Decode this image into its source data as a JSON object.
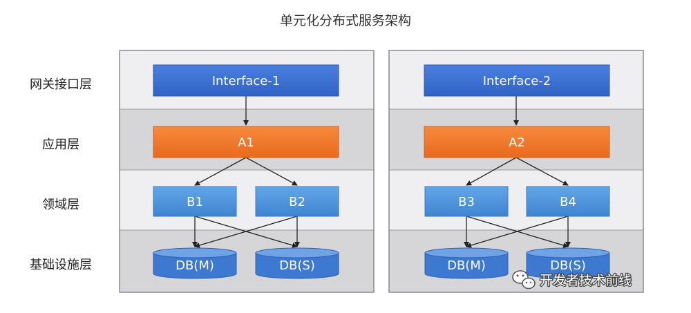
{
  "title": "单元化分布式服务架构",
  "layers": [
    "网关接口层",
    "应用层",
    "领域层",
    "基础设施层"
  ],
  "units": [
    {
      "interface": "Interface-1",
      "app": "A1",
      "domains": [
        "B1",
        "B2"
      ],
      "dbs": [
        "DB(M)",
        "DB(S)"
      ]
    },
    {
      "interface": "Interface-2",
      "app": "A2",
      "domains": [
        "B3",
        "B4"
      ],
      "dbs": [
        "DB(M)",
        "DB(S)"
      ]
    }
  ],
  "watermark": "开发者技术前线",
  "colors": {
    "interface": "#3a6fd1",
    "app": "#f07828",
    "domain": "#4e95db",
    "db": "#3d79d0",
    "band_light": "#efeff1",
    "band_dark": "#d6d6d8",
    "arrow": "#222222"
  }
}
